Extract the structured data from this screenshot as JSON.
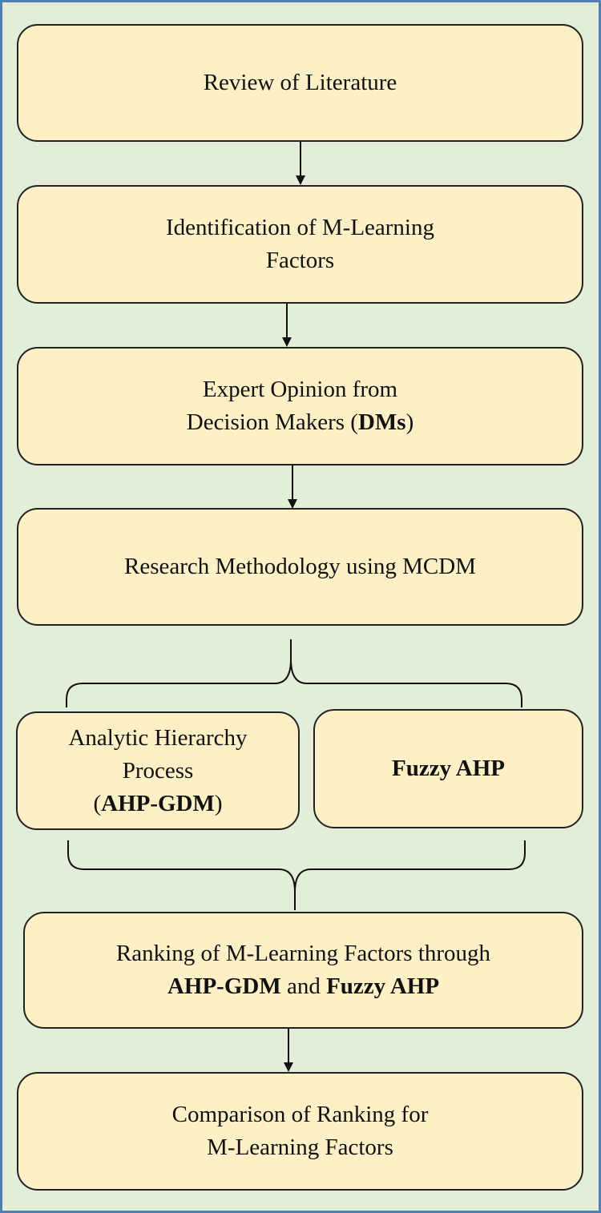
{
  "steps": {
    "review": {
      "line1": "Review of Literature"
    },
    "identification": {
      "line1": "Identification of M-Learning",
      "line2": "Factors"
    },
    "expert": {
      "line1": "Expert Opinion from",
      "line2_prefix": "Decision Makers (",
      "line2_bold": "DMs",
      "line2_suffix": ")"
    },
    "research": {
      "line1": "Research Methodology using MCDM"
    },
    "ahp": {
      "line1": "Analytic Hierarchy",
      "line2": "Process",
      "line3_prefix": "(",
      "line3_bold": "AHP-GDM",
      "line3_suffix": ")"
    },
    "fuzzy": {
      "line1": "Fuzzy AHP"
    },
    "ranking": {
      "line1": "Ranking of M-Learning Factors through",
      "line2_bold1": "AHP-GDM",
      "line2_mid": " and ",
      "line2_bold2": "Fuzzy AHP"
    },
    "comparison": {
      "line1": "Comparison of Ranking for",
      "line2": "M-Learning Factors"
    }
  },
  "colors": {
    "background": "#e3eed9",
    "frame_border": "#4f7fb3",
    "box_fill": "#fdf0c6",
    "box_border": "#222222"
  }
}
